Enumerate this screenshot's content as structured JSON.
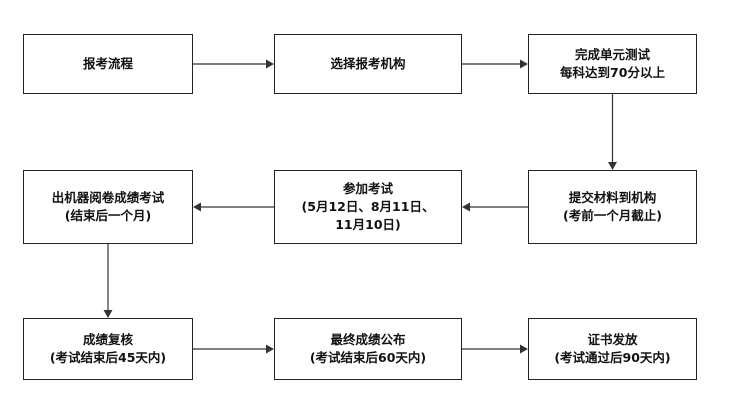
{
  "colors": {
    "border": "#222222",
    "text": "#111111",
    "arrow": "#333333",
    "background": "#ffffff"
  },
  "nodes": [
    {
      "id": "n1",
      "lines": [
        "报考流程"
      ]
    },
    {
      "id": "n2",
      "lines": [
        "选择报考机构"
      ]
    },
    {
      "id": "n3",
      "lines": [
        "完成单元测试",
        "每科达到70分以上"
      ]
    },
    {
      "id": "n4",
      "lines": [
        "提交材料到机构",
        "(考前一个月截止)"
      ]
    },
    {
      "id": "n5",
      "lines": [
        "参加考试",
        "(5月12日、8月11日、",
        "11月10日)"
      ]
    },
    {
      "id": "n6",
      "lines": [
        "出机器阅卷成绩考试",
        "(结束后一个月)"
      ]
    },
    {
      "id": "n7",
      "lines": [
        "成绩复核",
        "(考试结束后45天内)"
      ]
    },
    {
      "id": "n8",
      "lines": [
        "最终成绩公布",
        "(考试结束后60天内)"
      ]
    },
    {
      "id": "n9",
      "lines": [
        "证书发放",
        "(考试通过后90天内)"
      ]
    }
  ],
  "edges": [
    {
      "from": "n1",
      "to": "n2"
    },
    {
      "from": "n2",
      "to": "n3"
    },
    {
      "from": "n3",
      "to": "n4"
    },
    {
      "from": "n4",
      "to": "n5"
    },
    {
      "from": "n5",
      "to": "n6"
    },
    {
      "from": "n6",
      "to": "n7"
    },
    {
      "from": "n7",
      "to": "n8"
    },
    {
      "from": "n8",
      "to": "n9"
    }
  ]
}
